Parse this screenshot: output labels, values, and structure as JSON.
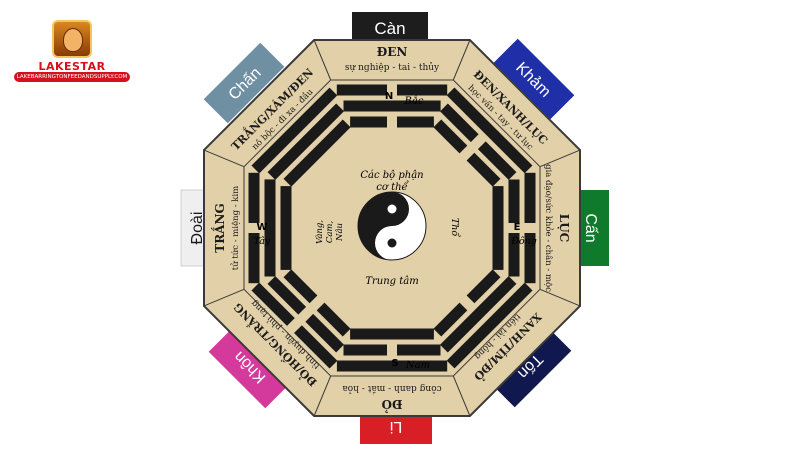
{
  "logo": {
    "name": "LAKESTAR",
    "url": "LAKEBARRINGTONFEEDANDSUPPLY.COM",
    "badge_color": "#c8661a",
    "name_color": "#d6111d"
  },
  "tabs": {
    "can": {
      "label": "Càn",
      "color": "#1d1d1d"
    },
    "kham": {
      "label": "Khảm",
      "color": "#1f2fa8"
    },
    "can_e": {
      "label": "Cấn",
      "color": "#0f7a2c"
    },
    "ton": {
      "label": "Tốn",
      "color": "#10184f"
    },
    "li": {
      "label": "Li",
      "color": "#d81f26"
    },
    "khon": {
      "label": "Khôn",
      "color": "#d43a9c"
    },
    "doai": {
      "label": "Đoài",
      "color": "#efefef"
    },
    "chan": {
      "label": "Chấn",
      "color": "#6f8fa3"
    }
  },
  "sectors": {
    "n": {
      "title": "ĐEN",
      "sub": "sự nghiệp - tai - thủy"
    },
    "ne": {
      "title": "ĐEN/XANH/LỤC",
      "sub": "học vấn - tay - tư lục"
    },
    "e": {
      "title": "LỤC",
      "sub": "gia đạo/sức khỏe - chân - mộc"
    },
    "se": {
      "title": "XANH/TÍM/ĐỎ",
      "sub": "tiền tài - hông"
    },
    "s": {
      "title": "ĐỎ",
      "sub": "công danh - mắt - hỏa"
    },
    "sw": {
      "title": "ĐỎ/HỒNG/TRẮNG",
      "sub": "tình duyên - phủ tạng"
    },
    "w": {
      "title": "TRẮNG",
      "sub": "tử tức - miệng - kim"
    },
    "nw": {
      "title": "TRẮNG/XÁM/ĐEN",
      "sub": "nô bộc - đi xa - đầu"
    }
  },
  "compass": {
    "n": {
      "letter": "N",
      "name": "Bắc"
    },
    "e": {
      "letter": "E",
      "name": "Đông"
    },
    "s": {
      "letter": "S",
      "name": "Nam"
    },
    "w": {
      "letter": "W",
      "name": "Tây"
    }
  },
  "center": {
    "line1": "Các bộ phận",
    "line2": "cơ thể",
    "bottom": "Trung tâm",
    "left1": "Vàng,",
    "left2": "Cam,",
    "left3": "Nâu",
    "right": "Thổ"
  },
  "colors": {
    "board": "#e2d0a8",
    "ink": "#1a1a1a"
  }
}
